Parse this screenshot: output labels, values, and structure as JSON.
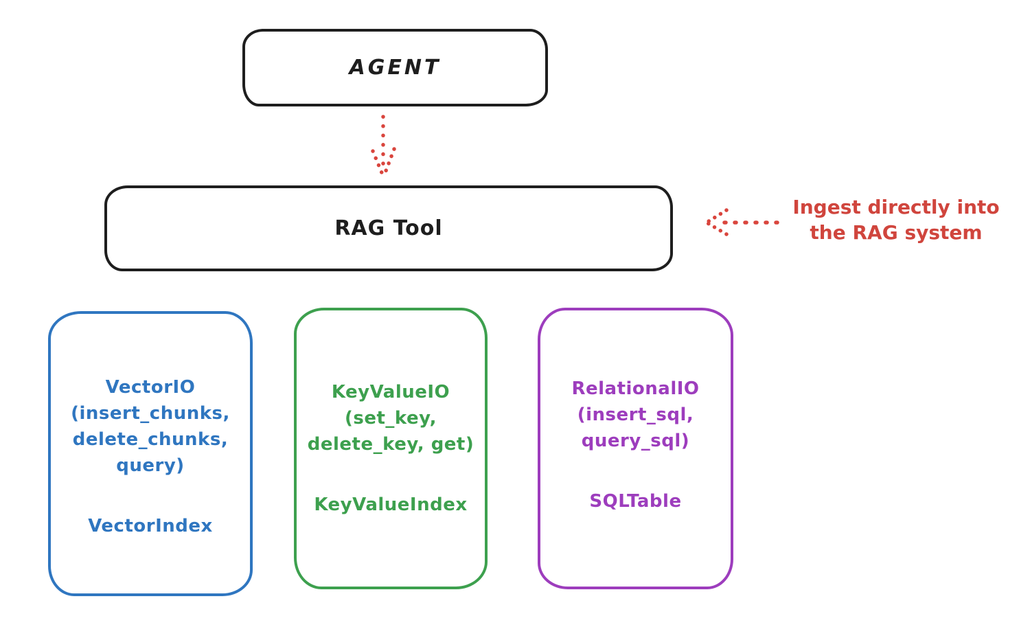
{
  "diagram": {
    "title_hint": "RAG Tool architecture sketch",
    "agent": {
      "label": "AGENT"
    },
    "rag_tool": {
      "label": "RAG Tool"
    },
    "annotation": {
      "text": "Ingest directly into\nthe RAG system",
      "color": "#d0453d"
    },
    "arrows": {
      "agent_to_rag": {
        "style": "dotted",
        "direction": "down",
        "color": "#d9453d"
      },
      "ingest_into_rag": {
        "style": "dotted",
        "direction": "left",
        "color": "#d9453d"
      }
    },
    "io_boxes": [
      {
        "name": "VectorIO",
        "methods": "VectorIO\n(insert_chunks,\ndelete_chunks,\nquery)",
        "index_label": "VectorIndex",
        "color": "#2f76c0"
      },
      {
        "name": "KeyValueIO",
        "methods": "KeyValueIO\n(set_key,\ndelete_key, get)",
        "index_label": "KeyValueIndex",
        "color": "#3da04e"
      },
      {
        "name": "RelationalIO",
        "methods": "RelationalIO\n(insert_sql,\nquery_sql)",
        "index_label": "SQLTable",
        "color": "#9d3dbd"
      }
    ],
    "stroke_color": "#1e1e1e",
    "background_color": "#ffffff"
  }
}
